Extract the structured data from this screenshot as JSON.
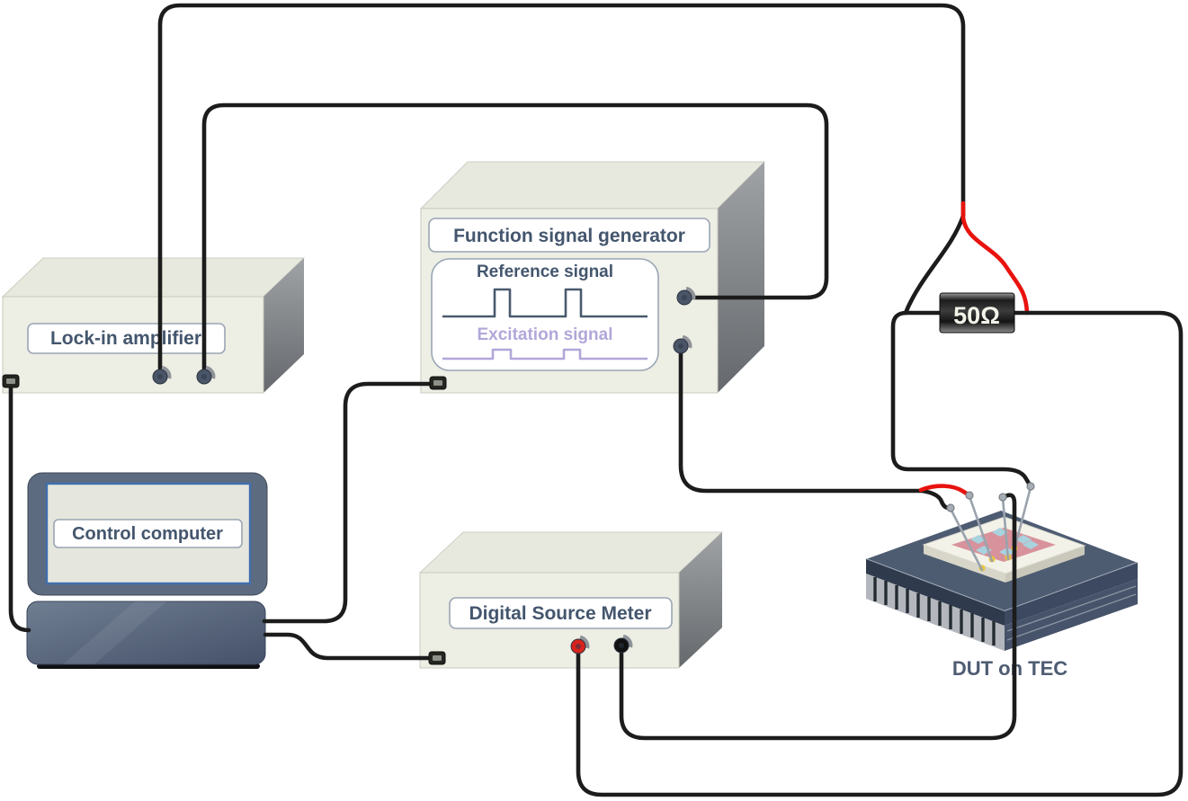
{
  "devices": {
    "lock_in": {
      "label": "Lock-in amplifier"
    },
    "function_generator": {
      "label": "Function signal generator",
      "reference_signal_label": "Reference signal",
      "excitation_signal_label": "Excitation signal"
    },
    "control_computer": {
      "label": "Control computer"
    },
    "source_meter": {
      "label": "Digital Source Meter"
    },
    "resistor": {
      "label": "50Ω"
    },
    "dut": {
      "label": "DUT on TEC"
    }
  },
  "wires": [
    {
      "name": "lock-in-output-a-to-resistor-clips",
      "color": "black-with-red-lead"
    },
    {
      "name": "lock-in-output-b-to-generator-reference-output",
      "color": "black"
    },
    {
      "name": "generator-excitation-output-to-dut-probes",
      "color": "black-with-red-lead"
    },
    {
      "name": "resistor-left-to-dut-probe",
      "color": "black"
    },
    {
      "name": "resistor-right-to-source-meter-red-terminal",
      "color": "black"
    },
    {
      "name": "source-meter-black-terminal-to-dut-probe",
      "color": "black"
    },
    {
      "name": "lock-in-port-to-computer",
      "color": "black"
    },
    {
      "name": "computer-to-generator-port",
      "color": "black"
    },
    {
      "name": "computer-to-source-meter-port",
      "color": "black"
    }
  ],
  "colors": {
    "wire_black": "#1c1c1c",
    "wire_red": "#e8130e",
    "device_front": "#edeee4",
    "device_top": "#e7e8de",
    "device_side": "#8f9296",
    "label_text": "#44566e",
    "excitation_purple": "#b2a7d9",
    "tec_slate": "#4e5c72",
    "terminal_red": "#d8231d",
    "probe_gray": "#9aa3ad"
  }
}
